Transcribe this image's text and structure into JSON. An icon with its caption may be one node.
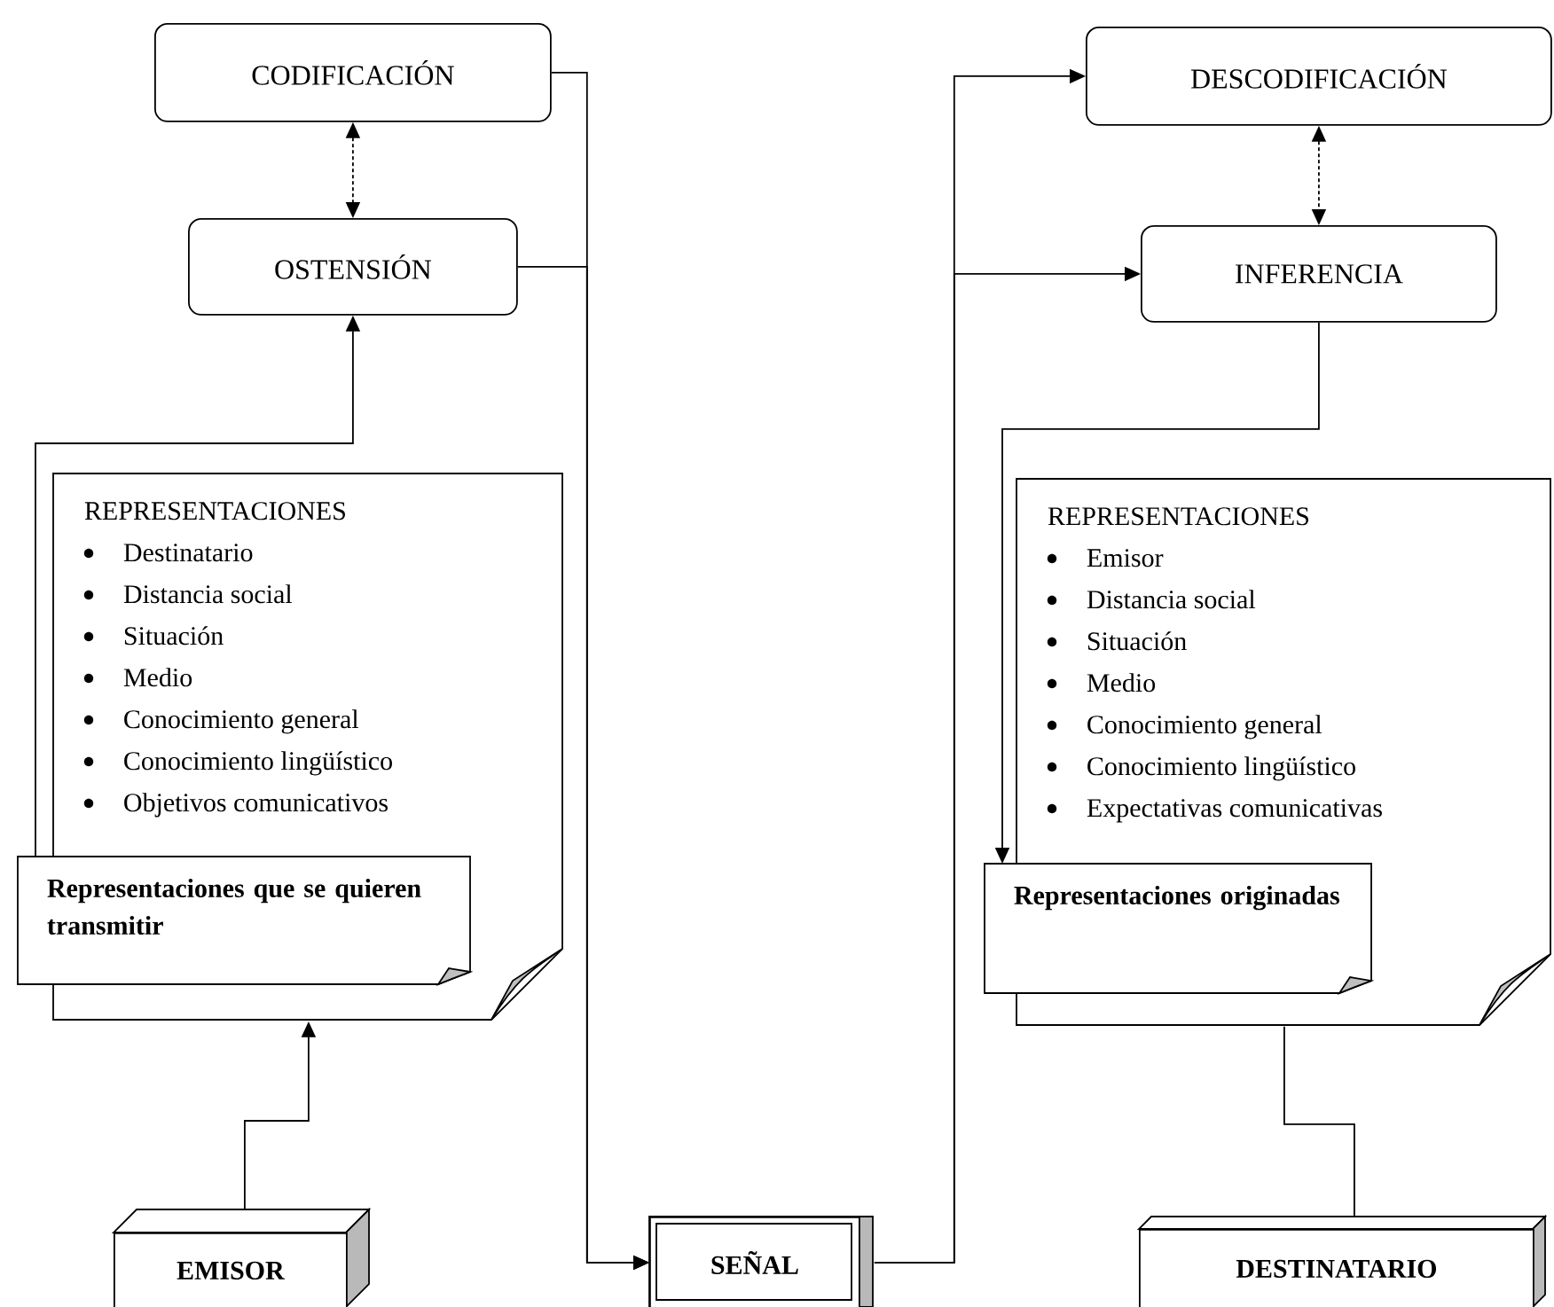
{
  "diagram": {
    "nodes": [
      {
        "text": [
          "CODIFICACIÓN"
        ]
      },
      {
        "text": [
          "OSTENSIÓN"
        ]
      },
      {
        "text": [
          "REPRESENTACIONES",
          "Destinatario",
          "Distancia social",
          "Situación",
          "Medio",
          "Conocimiento general",
          "Conocimiento lingüístico",
          "Objetivos comunicativos"
        ]
      },
      {
        "text": [
          "Representaciones que se quieren transmitir"
        ]
      },
      {
        "text": [
          "EMISOR"
        ]
      },
      {
        "text": [
          "SEÑAL"
        ]
      },
      {
        "text": [
          "DESCODIFICACIÓN"
        ]
      },
      {
        "text": [
          "INFERENCIA"
        ]
      },
      {
        "text": [
          "REPRESENTACIONES",
          "Emisor",
          "Distancia social",
          "Situación",
          "Medio",
          "Conocimiento general",
          "Conocimiento lingüístico",
          "Expectativas comunicativas"
        ]
      },
      {
        "text": [
          "Representaciones originadas"
        ]
      },
      {
        "text": [
          "DESTINATARIO"
        ]
      }
    ],
    "edges": [
      {
        "from": 0,
        "to": 1,
        "arrow": "both",
        "style": "dashed"
      },
      {
        "from": 0,
        "to": 5,
        "arrow": "to"
      },
      {
        "from": 1,
        "to": 5,
        "arrow": "to"
      },
      {
        "from": 3,
        "to": 1,
        "arrow": "to"
      },
      {
        "from": 4,
        "to": 2,
        "arrow": "to"
      },
      {
        "from": 5,
        "to": 6,
        "arrow": "to"
      },
      {
        "from": 5,
        "to": 7,
        "arrow": "to"
      },
      {
        "from": 6,
        "to": 7,
        "arrow": "both",
        "style": "dashed"
      },
      {
        "from": 7,
        "to": 9,
        "arrow": "to"
      },
      {
        "from": 8,
        "to": 10,
        "arrow": "none"
      }
    ]
  }
}
